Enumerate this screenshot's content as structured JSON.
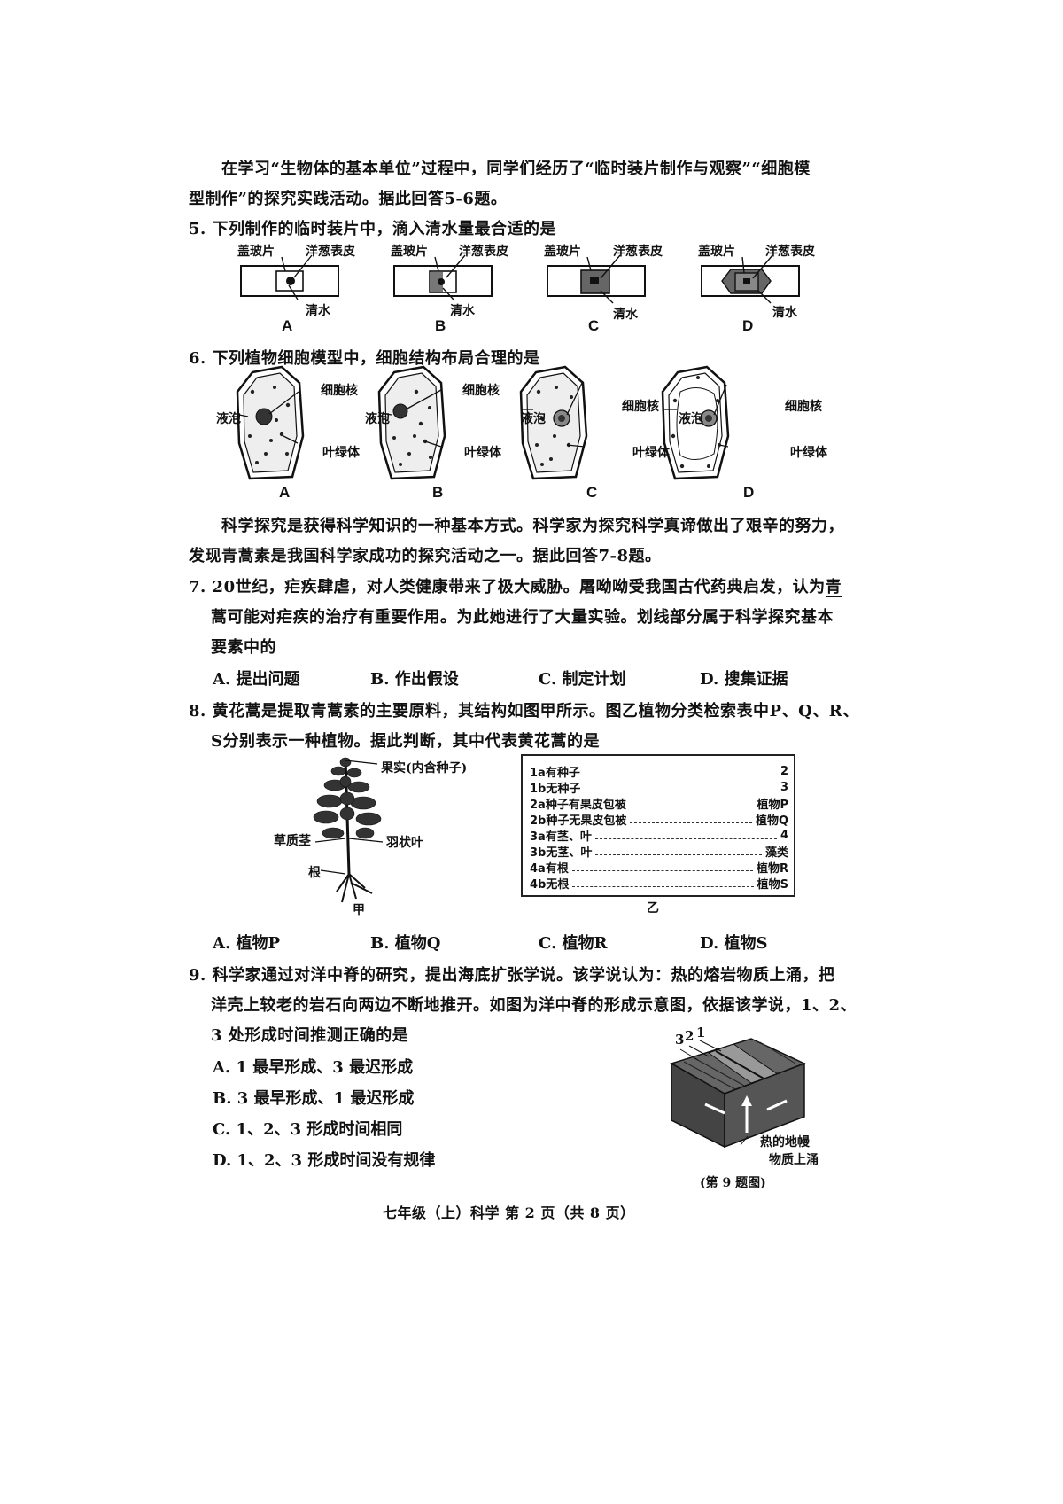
{
  "intro1": {
    "line1": "在学习“生物体的基本单位”过程中，同学们经历了“临时装片制作与观察”“细胞模",
    "line2": "型制作”的探究实践活动。据此回答5-6题。"
  },
  "q5": {
    "stem": "5. 下列制作的临时装片中，滴入清水量最合适的是",
    "label_cover": "盖玻片",
    "label_skin": "洋葱表皮",
    "label_water": "清水",
    "letters": [
      "A",
      "B",
      "C",
      "D"
    ]
  },
  "q6": {
    "stem": "6. 下列植物细胞模型中，细胞结构布局合理的是",
    "label_nucleus": "细胞核",
    "label_vacuole": "液泡",
    "label_chloroplast": "叶绿体",
    "letters": [
      "A",
      "B",
      "C",
      "D"
    ]
  },
  "intro2": {
    "line1": "科学探究是获得科学知识的一种基本方式。科学家为探究科学真谛做出了艰辛的努力，",
    "line2": "发现青蒿素是我国科学家成功的探究活动之一。据此回答7-8题。"
  },
  "q7": {
    "line1a": "7. 20世纪，疟疾肆虐，对人类健康带来了极大威胁。屠呦呦受我国古代药典启发，认为",
    "line1b": "青",
    "line2a": "蒿可能对疟疾的治疗有重要作用",
    "line2b": "。为此她进行了大量实验。划线部分属于科学探究基本",
    "line3": "要素中的",
    "options": [
      "A. 提出问题",
      "B. 作出假设",
      "C. 制定计划",
      "D. 搜集证据"
    ]
  },
  "q8": {
    "line1": "8. 黄花蒿是提取青蒿素的主要原料，其结构如图甲所示。图乙植物分类检索表中P、Q、R、",
    "line2": "S分别表示一种植物。据此判断，其中代表黄花蒿的是",
    "fig_jia": {
      "fruit": "果实(内含种子)",
      "stem": "草质茎",
      "leaf": "羽状叶",
      "root": "根",
      "caption": "甲"
    },
    "key": [
      {
        "k": "1a有种子",
        "r": "2"
      },
      {
        "k": "1b无种子",
        "r": "3"
      },
      {
        "k": "2a种子有果皮包被",
        "r": "植物P"
      },
      {
        "k": "2b种子无果皮包被",
        "r": "植物Q"
      },
      {
        "k": "3a有茎、叶",
        "r": "4"
      },
      {
        "k": "3b无茎、叶",
        "r": "藻类"
      },
      {
        "k": "4a有根",
        "r": "植物R"
      },
      {
        "k": "4b无根",
        "r": "植物S"
      }
    ],
    "key_caption": "乙",
    "options": [
      "A. 植物P",
      "B. 植物Q",
      "C. 植物R",
      "D. 植物S"
    ]
  },
  "q9": {
    "line1": "9. 科学家通过对洋中脊的研究，提出海底扩张学说。该学说认为：热的熔岩物质上涌，把",
    "line2": "洋壳上较老的岩石向两边不断地推开。如图为洋中脊的形成示意图，依据该学说，1、2、",
    "line3": "3 处形成时间推测正确的是",
    "options": [
      "A. 1 最早形成、3 最迟形成",
      "B. 3 最早形成、1 最迟形成",
      "C. 1、2、3 形成时间相同",
      "D. 1、2、3 形成时间没有规律"
    ],
    "fig_nums": [
      "3",
      "2",
      "1"
    ],
    "fig_label1": "热的地幔",
    "fig_label2": "物质上涌",
    "fig_caption": "(第 9 题图)"
  },
  "footer": "七年级（上）科学 第 2 页（共 8 页）"
}
